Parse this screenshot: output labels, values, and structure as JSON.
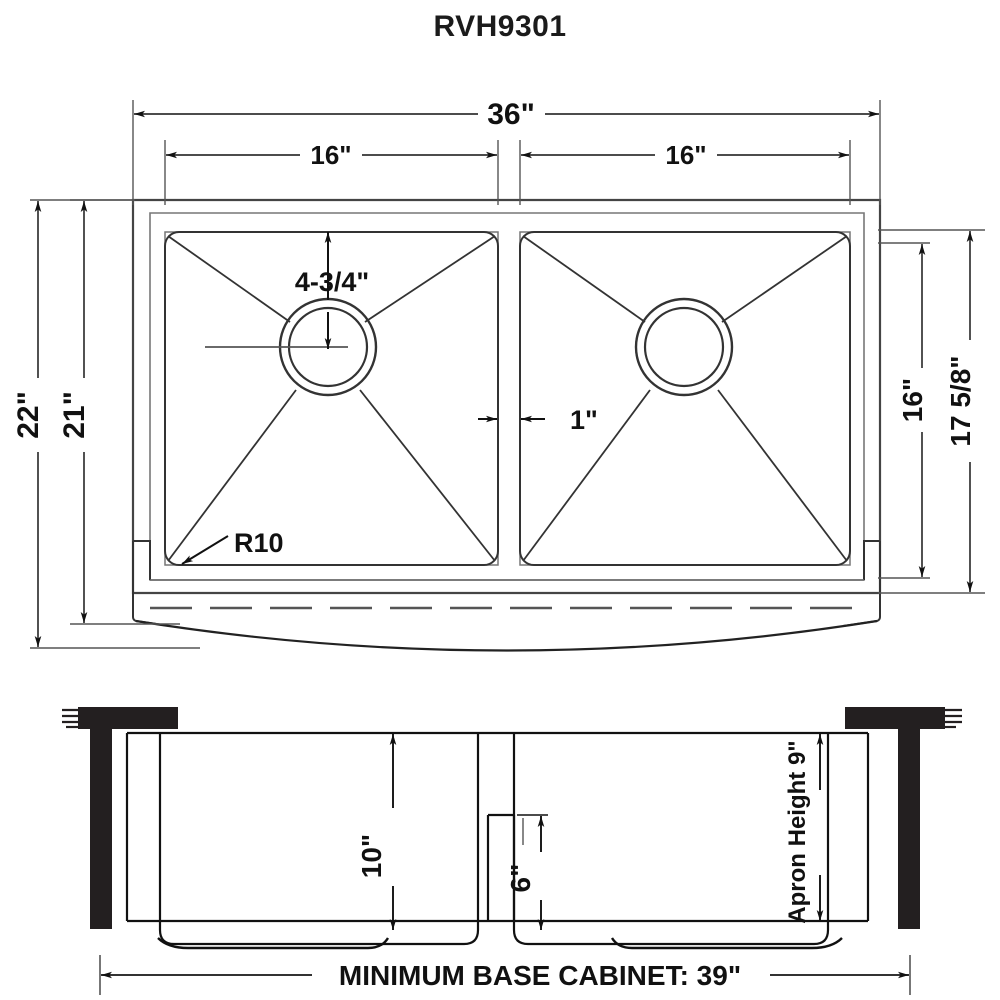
{
  "title": "RVH9301",
  "colors": {
    "line": "#333333",
    "dark_line": "#111111",
    "solid_fill": "#231f20",
    "text": "#111111",
    "background": "#ffffff"
  },
  "top_view": {
    "name": "top-view",
    "dimensions": {
      "overall_width": "36\"",
      "left_bowl_width": "16\"",
      "right_bowl_width": "16\"",
      "overall_depth": "22\"",
      "inner_depth": "21\"",
      "right_inner_depth": "16\"",
      "right_outer_depth": "17 5/8\"",
      "drain_offset": "4-3/4\"",
      "divider_thickness": "1\"",
      "corner_radius": "R10"
    }
  },
  "elevation_view": {
    "name": "front-elevation-view",
    "dimensions": {
      "bowl_depth": "10\"",
      "divider_height": "6\"",
      "apron_height": "Apron Height  9\"",
      "base_cabinet": "MINIMUM BASE CABINET: 39\""
    }
  }
}
